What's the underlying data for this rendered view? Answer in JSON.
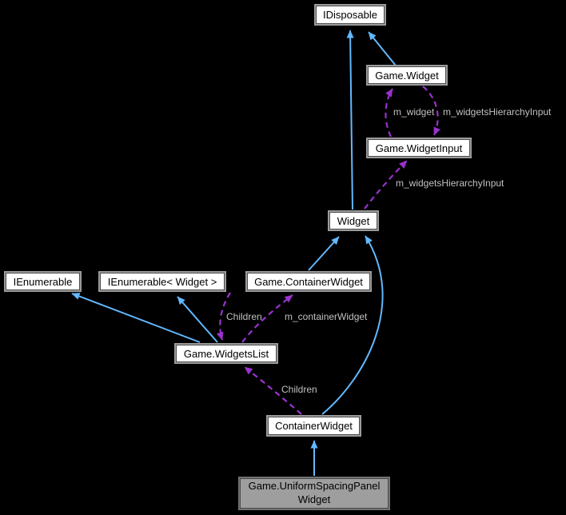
{
  "diagram": {
    "type": "class-collaboration-graph",
    "background": "#000000",
    "nodes": {
      "idisposable": {
        "label": "IDisposable"
      },
      "game_widget": {
        "label": "Game.Widget"
      },
      "game_widget_input": {
        "label": "Game.WidgetInput"
      },
      "widget": {
        "label": "Widget"
      },
      "ienumerable": {
        "label": "IEnumerable"
      },
      "ienumerable_widget": {
        "label": "IEnumerable< Widget >"
      },
      "game_container_widget": {
        "label": "Game.ContainerWidget"
      },
      "game_widgets_list": {
        "label": "Game.WidgetsList"
      },
      "container_widget": {
        "label": "ContainerWidget"
      },
      "game_uniform_spacing_panel_widget": {
        "line1": "Game.UniformSpacingPanel",
        "line2": "Widget",
        "highlighted": true
      }
    },
    "edge_labels": {
      "m_widget": "m_widget",
      "m_widgets_hierarchy_input_top": "m_widgetsHierarchyInput",
      "m_widgets_hierarchy_input_mid": "m_widgetsHierarchyInput",
      "children_upper": "Children",
      "m_container_widget": "m_containerWidget",
      "children_lower": "Children"
    },
    "edges": [
      {
        "from": "Widget",
        "to": "IDisposable",
        "type": "inheritance"
      },
      {
        "from": "Game.Widget",
        "to": "IDisposable",
        "type": "inheritance"
      },
      {
        "from": "Game.WidgetInput",
        "to": "Game.Widget",
        "type": "usage",
        "label": "m_widget"
      },
      {
        "from": "Game.Widget",
        "to": "Game.WidgetInput",
        "type": "usage",
        "label": "m_widgetsHierarchyInput"
      },
      {
        "from": "Widget",
        "to": "Game.WidgetInput",
        "type": "usage",
        "label": "m_widgetsHierarchyInput"
      },
      {
        "from": "Game.ContainerWidget",
        "to": "Widget",
        "type": "inheritance"
      },
      {
        "from": "ContainerWidget",
        "to": "Widget",
        "type": "inheritance"
      },
      {
        "from": "Game.WidgetsList",
        "to": "IEnumerable",
        "type": "inheritance"
      },
      {
        "from": "Game.WidgetsList",
        "to": "IEnumerable< Widget >",
        "type": "inheritance"
      },
      {
        "from": "Game.ContainerWidget",
        "to": "Game.WidgetsList",
        "type": "usage",
        "label": "Children"
      },
      {
        "from": "Game.WidgetsList",
        "to": "Game.ContainerWidget",
        "type": "usage",
        "label": "m_containerWidget"
      },
      {
        "from": "ContainerWidget",
        "to": "Game.WidgetsList",
        "type": "usage",
        "label": "Children"
      },
      {
        "from": "Game.UniformSpacingPanelWidget",
        "to": "ContainerWidget",
        "type": "inheritance"
      }
    ],
    "colors": {
      "background": "#000000",
      "node_fill": "#ffffff",
      "node_border": "#9c9c9c",
      "focus_node_fill": "#9e9e9e",
      "inheritance_edge": "#63b8ff",
      "usage_edge": "#9a32cd",
      "edge_label_text": "#c0c0c0",
      "node_text": "#000000"
    }
  }
}
